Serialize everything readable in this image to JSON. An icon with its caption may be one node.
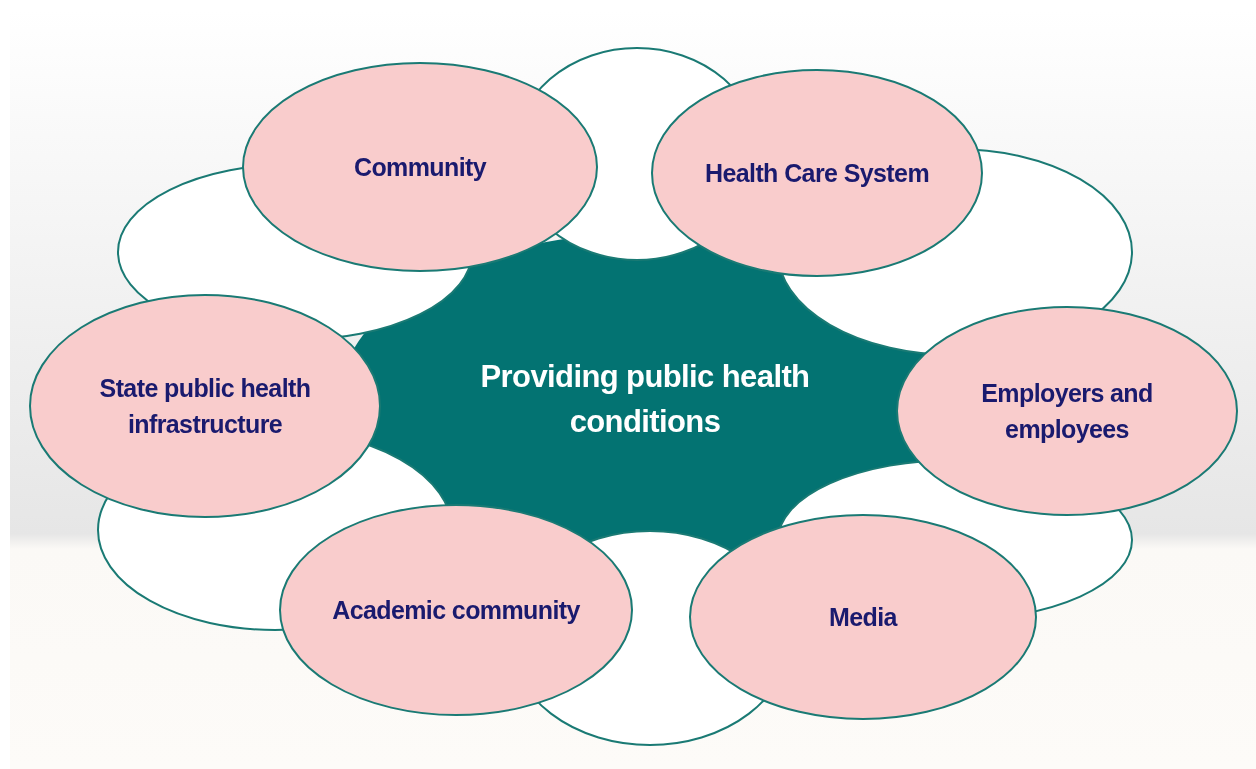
{
  "diagram": {
    "nodes": [
      {
        "text": [
          "Providing public health conditions"
        ]
      },
      {
        "text": [
          "Community"
        ]
      },
      {
        "text": [
          "Health Care System"
        ]
      },
      {
        "text": [
          "State public health infrastructure"
        ]
      },
      {
        "text": [
          "Employers and employees"
        ]
      },
      {
        "text": [
          "Academic community"
        ]
      },
      {
        "text": [
          "Media"
        ]
      }
    ]
  }
}
